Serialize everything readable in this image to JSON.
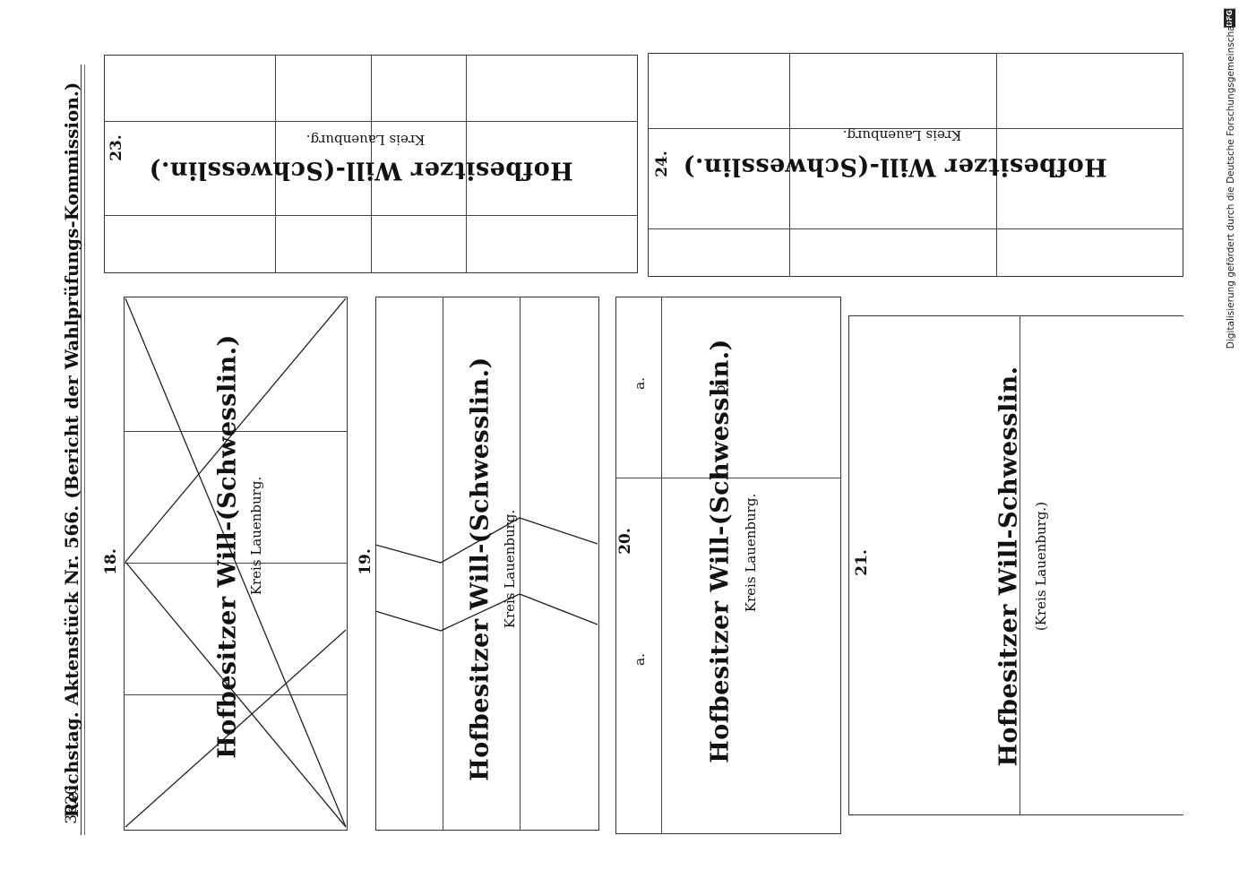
{
  "page": {
    "page_number": "3620",
    "header": "Reichstag.   Aktenstück Nr. 566.   (Bericht der Wahlprüfungs-Kommission.)",
    "digitization_note": "Digitalisierung gefördert durch die Deutsche Forschungsgemeinschaft",
    "dfg_logo": "DFG"
  },
  "ballots": [
    {
      "number": "18.",
      "name": "Hofbesitzer Will-(Schwesslin.)",
      "district": "Kreis Lauenburg."
    },
    {
      "number": "19.",
      "name": "Hofbesitzer Will-(Schwesslin.)",
      "district": "Kreis Lauenburg."
    },
    {
      "number": "20.",
      "name": "Hofbesitzer Will-(Schwesslin.)",
      "district": "Kreis Lauenburg.",
      "mark_a": "a.",
      "mark_a2": "a.",
      "mark_b": "b."
    },
    {
      "number": "21.",
      "name": "Hofbesitzer Will-Schwesslin.",
      "district": "(Kreis Lauenburg.)"
    },
    {
      "number": "23.",
      "name": "Hofbesitzer Will-(Schwesslin.)",
      "district": "Kreis Lauenburg."
    },
    {
      "number": "24.",
      "name": "Hofbesitzer Will-(Schwesslin.)",
      "district": "Kreis Lauenburg."
    }
  ]
}
